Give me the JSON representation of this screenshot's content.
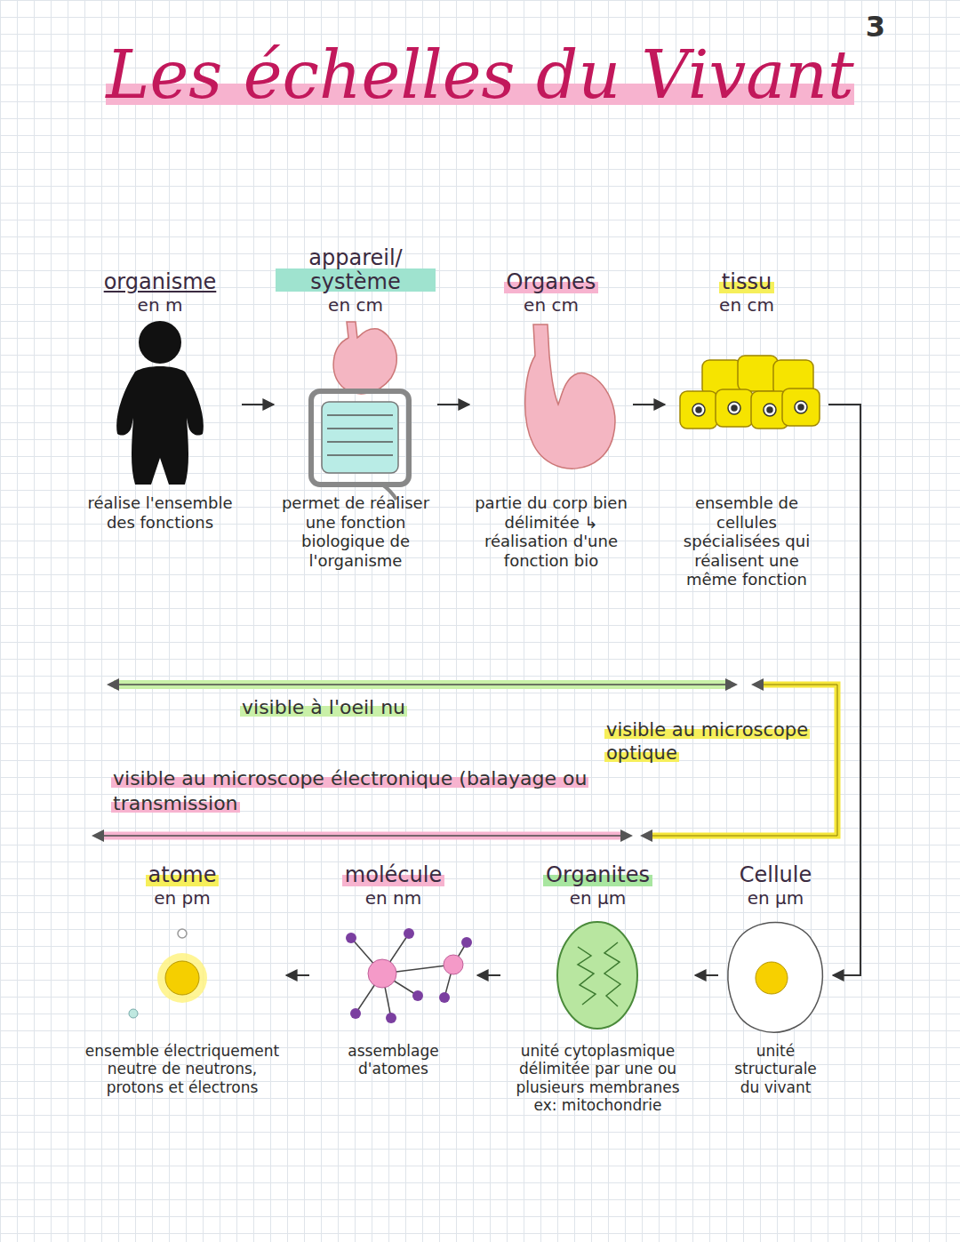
{
  "diagram": {
    "title": "Les échelles du Vivant",
    "nodes": [
      {
        "text": [
          "organisme",
          "en m",
          "réalise l'ensemble des fonctions"
        ]
      },
      {
        "text": [
          "appareil/ système",
          "en cm",
          "permet de réaliser une fonction biologique de l'organisme"
        ]
      },
      {
        "text": [
          "Organes",
          "en cm",
          "partie du corp bien délimitée ↳ réalisation d'une fonction bio"
        ]
      },
      {
        "text": [
          "tissu",
          "en cm",
          "ensemble de cellules spécialisées qui réalisent une même fonction"
        ]
      },
      {
        "text": [
          "atome",
          "en pm",
          "ensemble électriquement neutre de neutrons, protons et électrons"
        ]
      },
      {
        "text": [
          "molécule",
          "en nm",
          "assemblage d'atomes"
        ]
      },
      {
        "text": [
          "Organites",
          "en µm",
          "unité cytoplasmique délimitée par une ou plusieurs membranes ex: mitochondrie"
        ]
      },
      {
        "text": [
          "Cellule",
          "en µm",
          "unité structurale du vivant"
        ]
      }
    ],
    "edges": [
      {
        "from": 0,
        "to": 1,
        "arrow": "to"
      },
      {
        "from": 1,
        "to": 2,
        "arrow": "to"
      },
      {
        "from": 2,
        "to": 3,
        "arrow": "to"
      },
      {
        "from": 3,
        "to": 7,
        "arrow": "to"
      },
      {
        "from": 7,
        "to": 6,
        "arrow": "to"
      },
      {
        "from": 6,
        "to": 5,
        "arrow": "to"
      },
      {
        "from": 5,
        "to": 4,
        "arrow": "to"
      }
    ],
    "labels": [
      "3",
      "visible à l'oeil nu",
      "visible au microscope optique",
      "visible au microscope électronique (balayage ou transmission"
    ]
  }
}
